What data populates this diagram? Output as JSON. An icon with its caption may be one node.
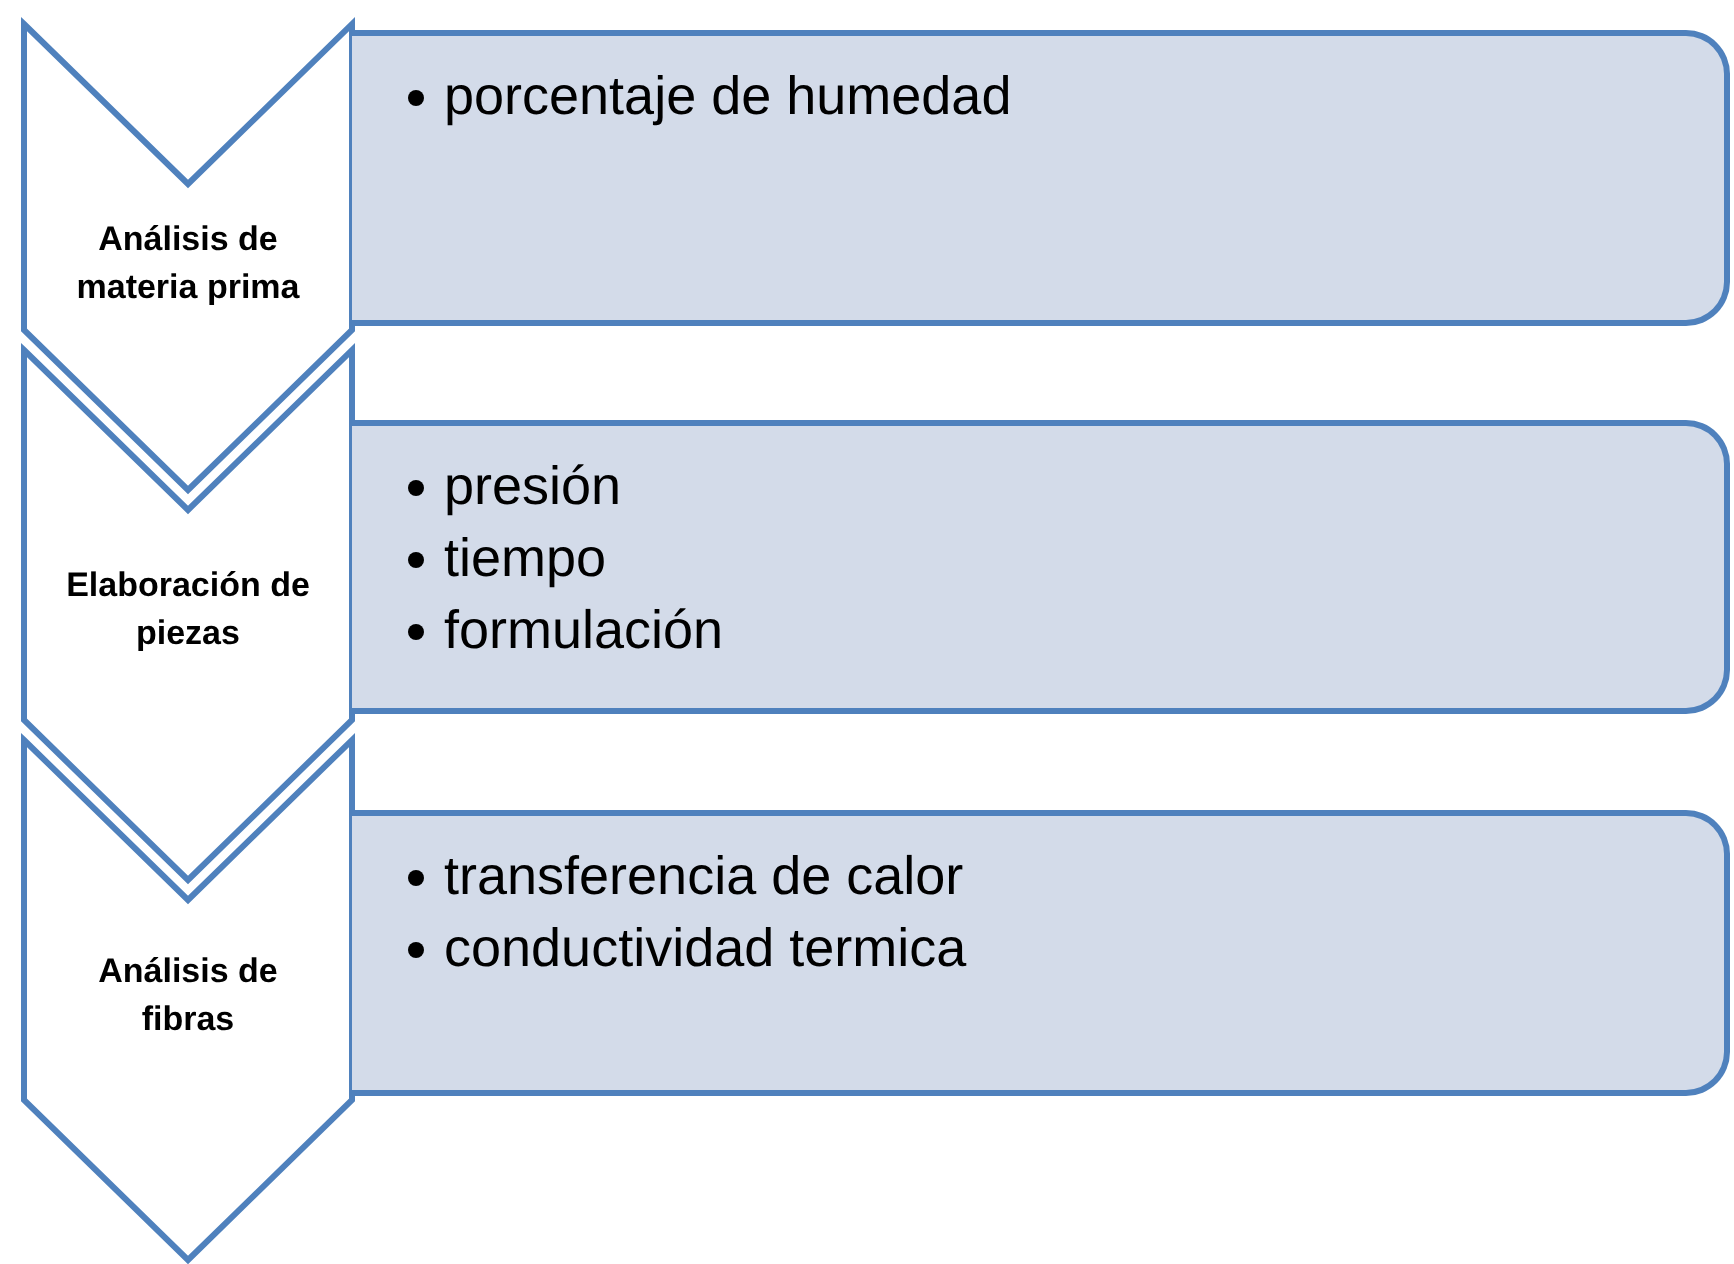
{
  "diagram": {
    "nodes": [
      {
        "text": [
          "Análisis de materia prima"
        ]
      },
      {
        "text": [
          "porcentaje de humedad"
        ]
      },
      {
        "text": [
          "Elaboración de piezas"
        ]
      },
      {
        "text": [
          "presión",
          "tiempo",
          "formulación"
        ]
      },
      {
        "text": [
          "Análisis de fibras"
        ]
      },
      {
        "text": [
          "transferencia de calor",
          "conductividad termica"
        ]
      }
    ]
  }
}
